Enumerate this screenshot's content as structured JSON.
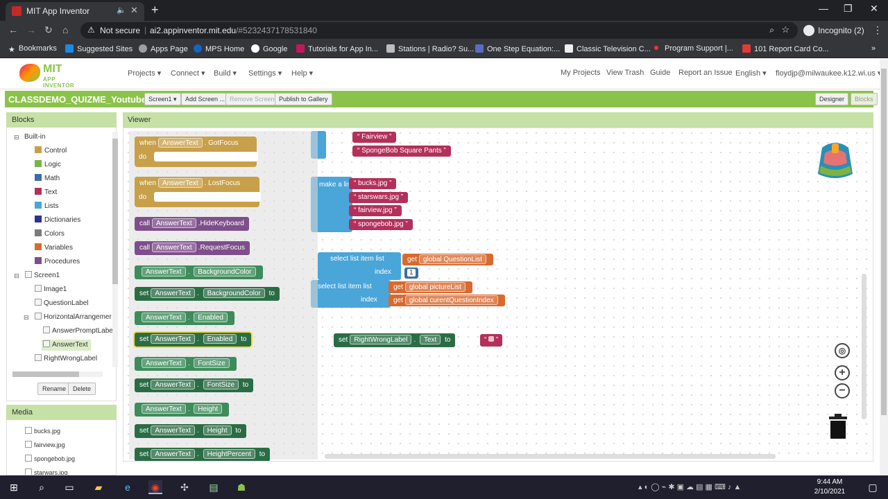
{
  "browser": {
    "tab_title": "MIT App Inventor",
    "security_label": "Not secure",
    "url_host": "ai2.appinventor.mit.edu",
    "url_hash": "/#5232437178531840",
    "profile_label": "Incognito (2)",
    "bookmarks": [
      "Bookmarks",
      "Suggested Sites",
      "Apps Page",
      "MPS Home",
      "Google",
      "Tutorials for App In...",
      "Stations | Radio? Su...",
      "One Step Equation:...",
      "Classic Television C...",
      "Program Support |...",
      "101 Report Card Co..."
    ]
  },
  "header": {
    "logo_text": "MIT",
    "logo_sub": "APP INVENTOR",
    "menus": [
      "Projects ▾",
      "Connect ▾",
      "Build ▾",
      "Settings ▾",
      "Help ▾"
    ],
    "right_links": [
      "My Projects",
      "View Trash",
      "Guide",
      "Report an Issue",
      "English ▾",
      "floydjp@milwaukee.k12.wi.us ▾"
    ]
  },
  "project": {
    "name": "CLASSDEMO_QUIZME_Youtube",
    "screen_button": "Screen1 ▾",
    "add_screen": "Add Screen ...",
    "remove_screen": "Remove Screen",
    "publish": "Publish to Gallery",
    "designer": "Designer",
    "blocks": "Blocks"
  },
  "blocks_panel": {
    "title": "Blocks",
    "builtin": "Built-in",
    "builtin_items": [
      {
        "label": "Control",
        "color": "#c8a04a"
      },
      {
        "label": "Logic",
        "color": "#77b345"
      },
      {
        "label": "Math",
        "color": "#3a6ea8"
      },
      {
        "label": "Text",
        "color": "#b3305a"
      },
      {
        "label": "Lists",
        "color": "#4aa5d8"
      },
      {
        "label": "Dictionaries",
        "color": "#2d3192"
      },
      {
        "label": "Colors",
        "color": "#7b7b7b"
      },
      {
        "label": "Variables",
        "color": "#d9692f"
      },
      {
        "label": "Procedures",
        "color": "#7e4f8a"
      }
    ],
    "screen": "Screen1",
    "components": [
      "Image1",
      "QuestionLabel",
      "HorizontalArrangemer",
      "AnswerPromptLabe",
      "AnswerText",
      "RightWrongLabel"
    ],
    "rename": "Rename",
    "delete": "Delete"
  },
  "media_panel": {
    "title": "Media",
    "files": [
      "bucks.jpg",
      "fairview.jpg",
      "spongebob.jpg",
      "starwars.jpg"
    ]
  },
  "viewer": {
    "title": "Viewer",
    "flyout": {
      "when": "when",
      "do": "do",
      "call": "call",
      "set": "set",
      "to": "to",
      "component": "AnswerText",
      "got_focus": "GotFocus",
      "lost_focus": "LostFocus",
      "hide_keyboard": ".HideKeyboard",
      "request_focus": ".RequestFocus",
      "background_color": "BackgroundColor",
      "enabled": "Enabled",
      "font_size": "FontSize",
      "height": "Height",
      "height_percent": "HeightPercent"
    },
    "workspace": {
      "list_items_1": [
        "Fairview",
        "SpongeBob Square Pants"
      ],
      "make_a_list": "make a list",
      "list_items_2": [
        "bucks.jpg",
        "starswars.jpg",
        "fairview.jpg",
        "spongebob.jpg"
      ],
      "select_list_item": "select list item  list",
      "index": "index",
      "get": "get",
      "question_list": "global QuestionList",
      "index_value": "1",
      "picture_list": "global pictureList",
      "current_index": "global curentQuestionIndex",
      "set": "set",
      "right_wrong": "RightWrongLabel",
      "text_prop": "Text",
      "to": "to"
    }
  },
  "taskbar": {
    "time": "9:44 AM",
    "date": "2/10/2021"
  }
}
